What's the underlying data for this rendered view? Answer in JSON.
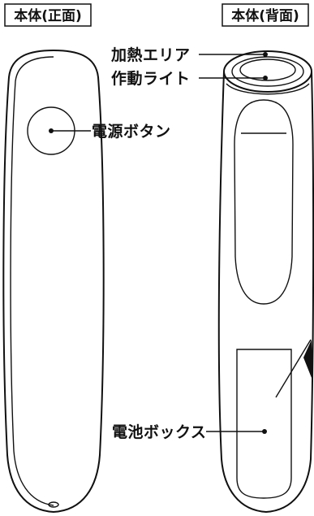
{
  "front": {
    "title": "本体(正面)"
  },
  "back": {
    "title": "本体(背面)"
  },
  "labels": {
    "heating_area": "加熱エリア",
    "status_light": "作動ライト",
    "power_button": "電源ボタン",
    "battery_box": "電池ボックス"
  },
  "colors": {
    "line": "#111111",
    "background": "#ffffff"
  }
}
